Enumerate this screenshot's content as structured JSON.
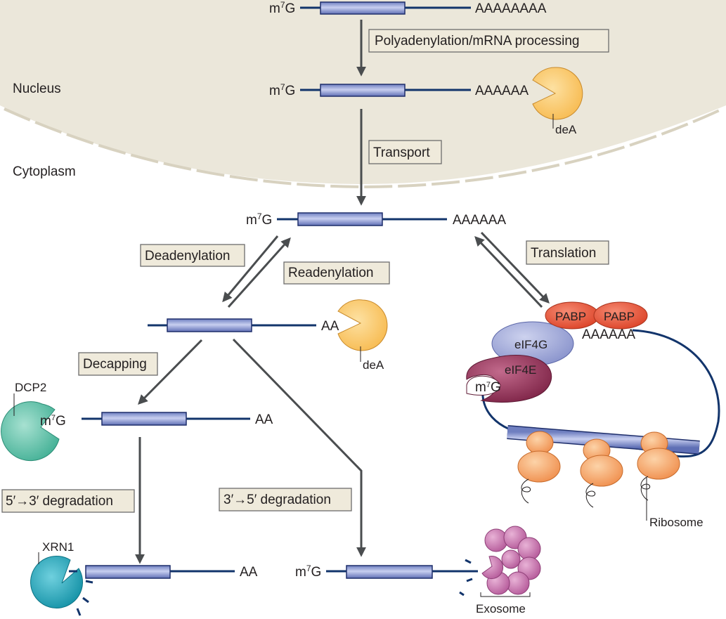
{
  "regions": {
    "nucleus": "Nucleus",
    "cytoplasm": "Cytoplasm"
  },
  "cap": {
    "m": "m",
    "sup": "7",
    "g": "G"
  },
  "tails": {
    "a8": "AAAAAAAA",
    "a6": "AAAAAA",
    "a2": "AA"
  },
  "steps": {
    "polyadenylation": "Polyadenylation/mRNA processing",
    "transport": "Transport",
    "deadenylation": "Deadenylation",
    "readenylation": "Readenylation",
    "translation": "Translation",
    "decapping": "Decapping",
    "deg53": "5′→3′ degradation",
    "deg35": "3′→5′ degradation"
  },
  "proteins": {
    "dea": "deA",
    "dcp2": "DCP2",
    "xrn1": "XRN1",
    "exosome": "Exosome",
    "pabp": "PABP",
    "eif4g": "eIF4G",
    "eif4e": "eIF4E",
    "ribosome": "Ribosome"
  },
  "colors": {
    "nucleus_fill": "#ebe7da",
    "rna": "#12346b",
    "dea": "#fbc96c",
    "dcp2": "#5fbfa8",
    "xrn1": "#17a1b5",
    "exosome": "#c774ad",
    "pabp": "#e9553f",
    "eif4g": "#9fa8d6",
    "eif4e": "#9a3a5e",
    "ribosome": "#f5a36a",
    "label_box": "#efeadb"
  }
}
